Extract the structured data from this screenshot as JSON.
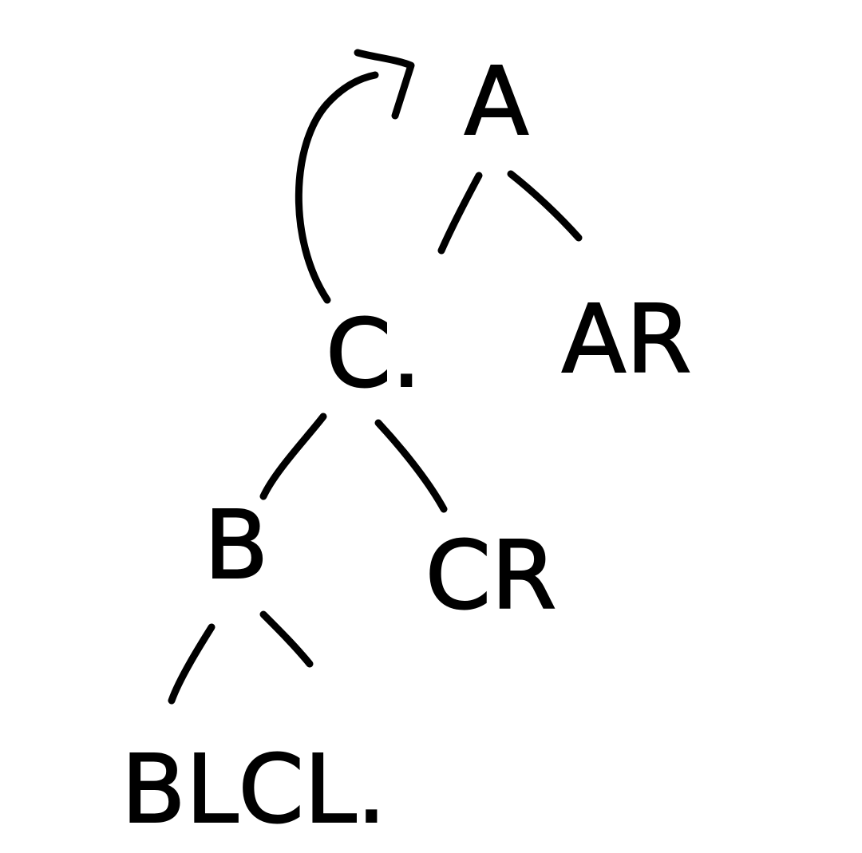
{
  "diagram": {
    "type": "tree",
    "ink_color": "#000000",
    "background": "#ffffff",
    "nodes": {
      "root": {
        "label": "A"
      },
      "right_of_root": {
        "label": "AR"
      },
      "left_of_root": {
        "label": "C."
      },
      "left_of_c": {
        "label": "B"
      },
      "right_of_c": {
        "label": "CR"
      },
      "bottom_row": {
        "label": "BLCL."
      }
    },
    "edges": [
      {
        "from": "A",
        "to": "C"
      },
      {
        "from": "A",
        "to": "AR"
      },
      {
        "from": "C",
        "to": "B"
      },
      {
        "from": "C",
        "to": "CR"
      },
      {
        "from": "B",
        "to": "BL"
      },
      {
        "from": "B",
        "to": "CL"
      }
    ],
    "arrow": {
      "from": "C",
      "to": "A",
      "meaning": "rotation"
    }
  }
}
